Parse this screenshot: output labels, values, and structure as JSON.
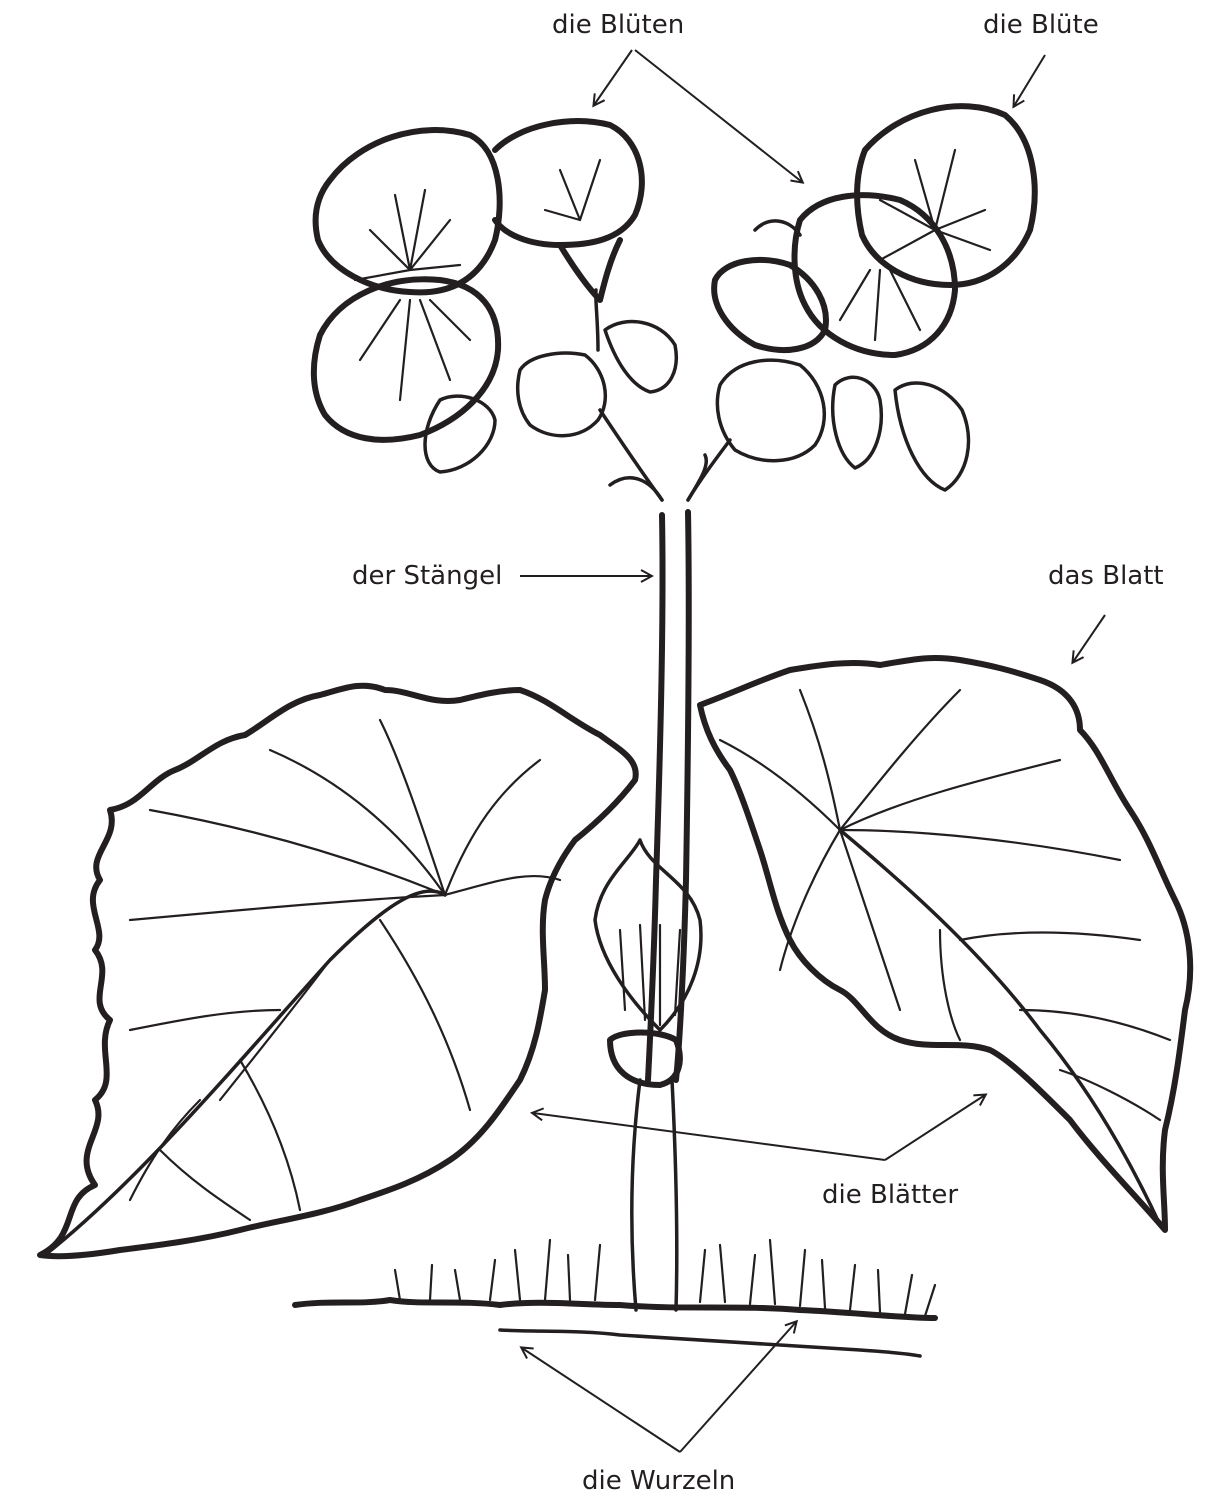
{
  "labels": {
    "flowers": "die Blüten",
    "flower": "die Blüte",
    "stem": "der Stängel",
    "leaf": "das Blatt",
    "leaves": "die Blätter",
    "roots": "die Wurzeln"
  },
  "colors": {
    "ink": "#231f20",
    "background": "#ffffff"
  }
}
